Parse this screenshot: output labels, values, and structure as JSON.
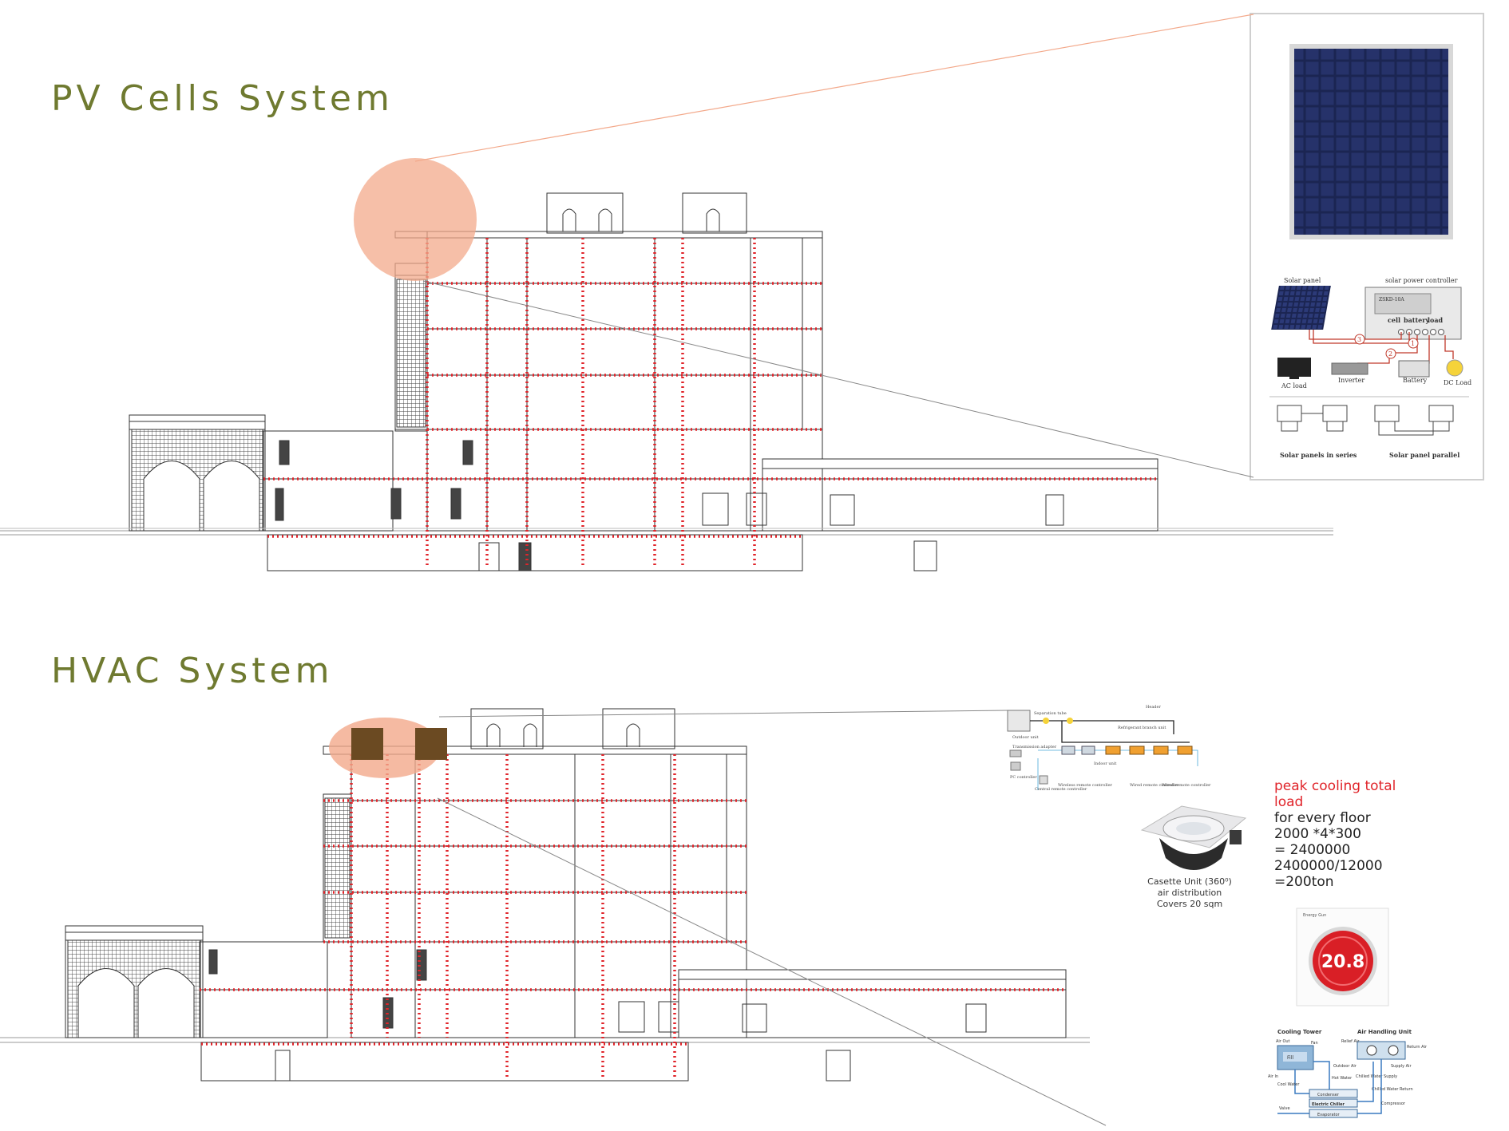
{
  "pv_section": {
    "title": "PV Cells System",
    "diagram": {
      "solar_panel_label": "Solar panel",
      "controller_label": "solar power controller",
      "controller_text": [
        "cell",
        "battery",
        "load"
      ],
      "controller_model": "ZSKD-10A",
      "ac_load": "AC load",
      "inverter": "Inverter",
      "battery": "Battery",
      "dc_load": "DC Load",
      "markers": [
        "1",
        "2",
        "3"
      ],
      "series_label": "Solar panels in series",
      "parallel_label": "Solar panel parallel"
    }
  },
  "hvac_section": {
    "title": "HVAC System",
    "vrf_diagram": {
      "labels": [
        "Outdoor unit",
        "Separation tube",
        "Header",
        "Refrigerant branch unit",
        "Indoor unit",
        "Transmission adapter",
        "PC controller",
        "Central remote controller",
        "Wireless remote controller",
        "Wired remote controller",
        "Wired remote controller"
      ]
    },
    "casette": {
      "caption_line1": "Casette Unit (360⁰)",
      "caption_line2": "air distribution",
      "caption_line3": "Covers 20 sqm"
    },
    "load_calc": {
      "heading_line1": "peak cooling total",
      "heading_line2": "load",
      "lines": [
        "for every floor",
        "2000 *4*300",
        "= 2400000",
        "2400000/12000",
        "=200ton"
      ]
    },
    "thermostat": {
      "top_label": "Energy Gun",
      "value": "20.8"
    },
    "chiller_diagram": {
      "cooling_tower": "Cooling Tower",
      "ahu": "Air Handling Unit",
      "labels": [
        "Air Out",
        "Fan",
        "Fill",
        "Air In",
        "Cool Water",
        "Hot Water",
        "Condenser",
        "Electric Chiller",
        "Evaporator",
        "Valve",
        "Relief Air",
        "Return Air",
        "Outdoor Air",
        "Supply Air",
        "Chilled Water Supply",
        "Chilled Water Return",
        "Compressor"
      ]
    }
  },
  "colors": {
    "title_color": "#6f7a30",
    "dotted_red": "#e0242a",
    "highlight": "#f3a98b",
    "unit_brown": "#6b4a22",
    "panel_blue": "#1b2552"
  }
}
